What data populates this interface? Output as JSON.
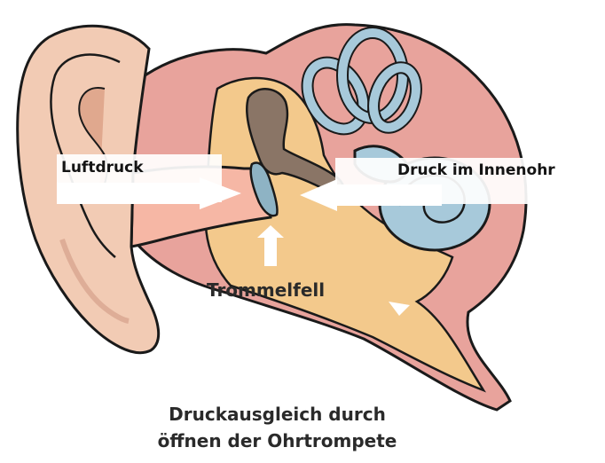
{
  "labels": {
    "air_pressure": "Luftdruck",
    "inner_ear_pressure": "Druck im Innenohr",
    "eardrum": "Trommelfell"
  },
  "caption": {
    "line1": "Druckausgleich durch",
    "line2": "öffnen der Ohrtrompete"
  },
  "colors": {
    "skin": "#f2cbb4",
    "skin_shadow": "#e0a88e",
    "tissue": "#e8a39c",
    "canal_bg": "#f6b7a5",
    "bone_tan": "#f3c98c",
    "ossicle": "#8a7566",
    "eardrum": "#8eb3c4",
    "cochlea": "#a7c9da",
    "outline": "#1a1a1a",
    "arrow": "#ffffff"
  }
}
